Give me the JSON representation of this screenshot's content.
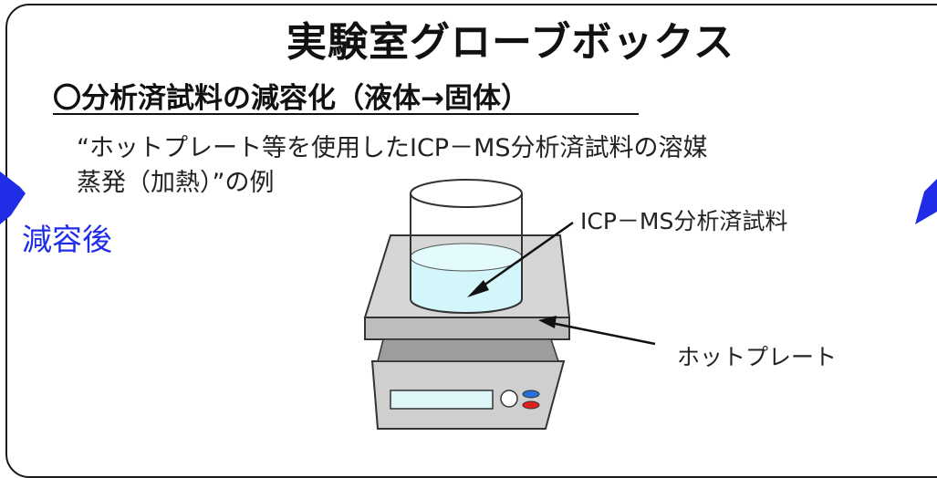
{
  "title": "実験室グローブボックス",
  "subtitle": "〇分析済試料の減容化（液体→固体）",
  "description_line1": "“ホットプレート等を使用したICP－MS分析済試料の溶媒",
  "description_line2": "蒸発（加熱）”の例",
  "after_label": "減容後",
  "sample_label": "ICP－MS分析済試料",
  "hotplate_label": "ホットプレート",
  "colors": {
    "after_label": "#1f2ee6",
    "arrow_blue": "#1f2ee6",
    "liquid": "#d3f6fb"
  }
}
